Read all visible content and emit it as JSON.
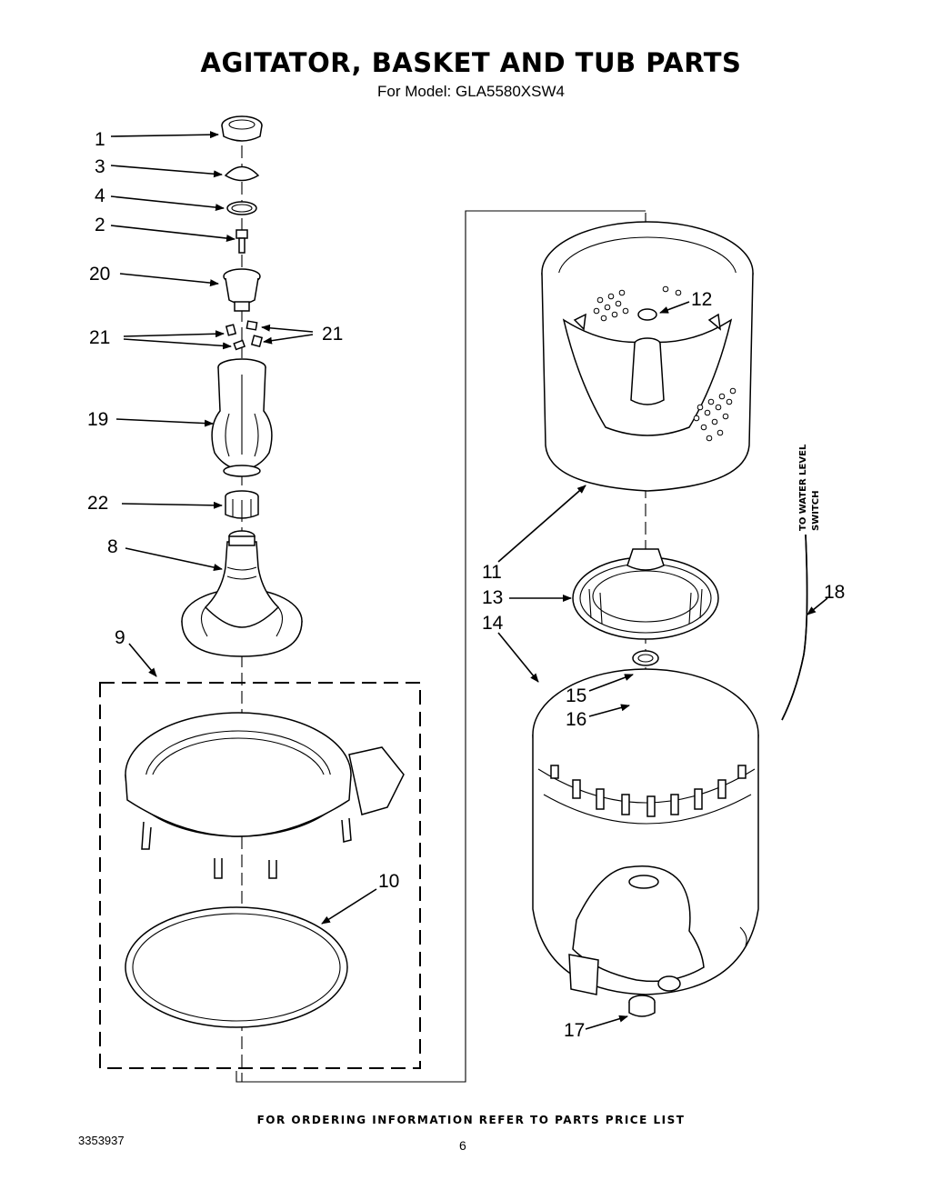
{
  "title": "AGITATOR, BASKET AND TUB PARTS",
  "subtitle": "For Model: GLA5580XSW4",
  "footer_note": "FOR ORDERING INFORMATION REFER TO PARTS PRICE LIST",
  "doc_number": "3353937",
  "page_number": "6",
  "side_note_line1": "TO WATER LEVEL",
  "side_note_line2": "SWITCH",
  "labels": {
    "p1": "1",
    "p3": "3",
    "p4": "4",
    "p2": "2",
    "p20": "20",
    "p21a": "21",
    "p21b": "21",
    "p19": "19",
    "p22": "22",
    "p8": "8",
    "p9": "9",
    "p10": "10",
    "p11": "11",
    "p12": "12",
    "p13": "13",
    "p14": "14",
    "p15": "15",
    "p16": "16",
    "p17": "17",
    "p18": "18"
  }
}
